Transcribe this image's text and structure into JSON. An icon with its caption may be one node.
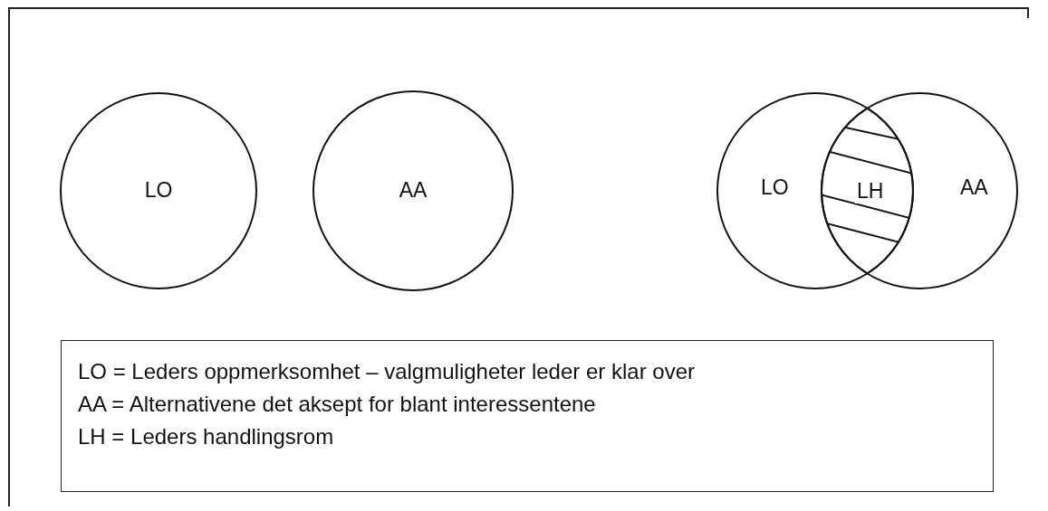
{
  "diagram": {
    "nodes": [
      {
        "text": [
          "LO"
        ]
      },
      {
        "text": [
          "AA"
        ]
      },
      {
        "text": [
          "LO"
        ]
      },
      {
        "text": [
          "AA"
        ]
      },
      {
        "text": [
          "LH"
        ]
      },
      {
        "text": [
          "LO = Leders oppmerksomhet – valgmuligheter leder er klar over",
          "AA = Alternativene det aksept for blant interessentene",
          "LH = Leders handlingsrom"
        ]
      }
    ]
  }
}
